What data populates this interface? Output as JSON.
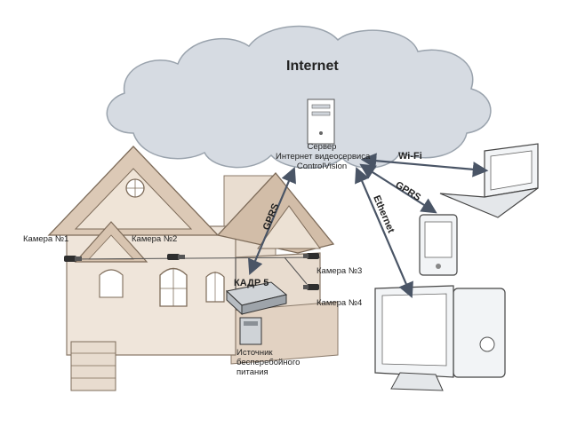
{
  "cloud": {
    "title": "Internet"
  },
  "server": {
    "line1": "Сервер",
    "line2": "Интернет видеосервиса",
    "line3": "ControlVision"
  },
  "links": {
    "wifi": "Wi-Fi",
    "gprs_device": "GPRS",
    "ethernet": "Ethernet",
    "gprs_house": "GPRS"
  },
  "cameras": {
    "cam1": "Камера №1",
    "cam2": "Камера №2",
    "cam3": "Камера №3",
    "cam4": "Камера №4"
  },
  "recorder": {
    "label": "КАДР 5"
  },
  "ups": {
    "line1": "Источник",
    "line2": "бесперебойного",
    "line3": "питания"
  },
  "colors": {
    "cloud": "#d6dbe2",
    "house_wall": "#e8dccf",
    "roof": "#dcc9b6",
    "arrow": "#4a5566",
    "device": "#f2f4f6"
  }
}
